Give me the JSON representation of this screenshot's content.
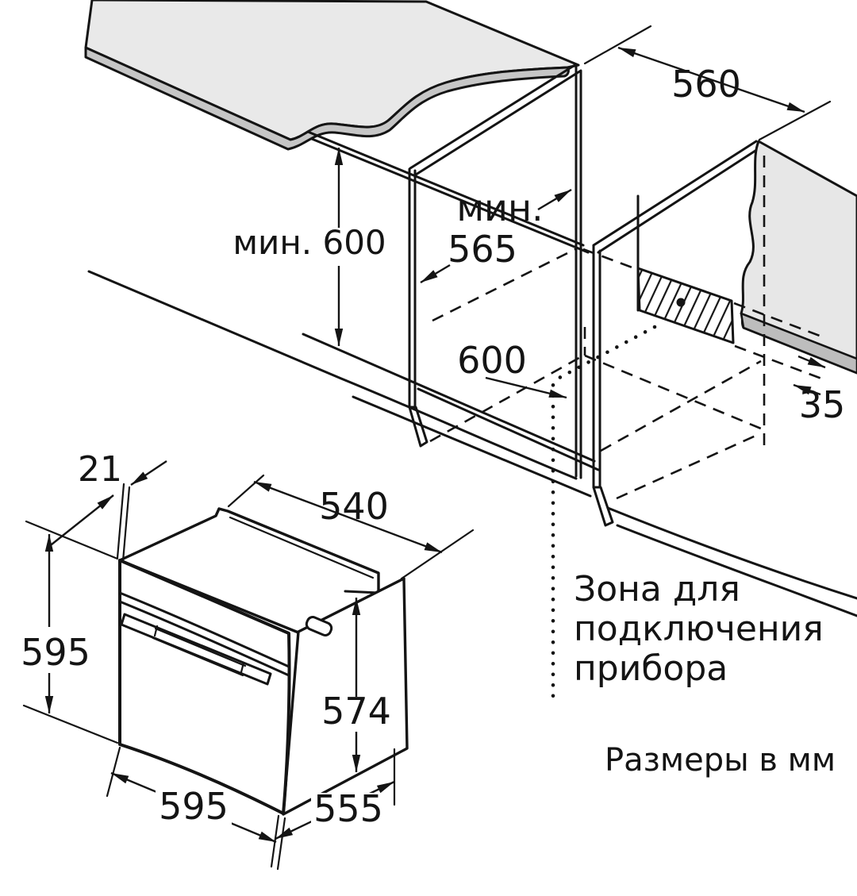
{
  "diagram_kind": "oven built-in installation drawing",
  "units_note": "Размеры в мм",
  "connection_zone": {
    "line1": "Зона для",
    "line2": "подключения",
    "line3": "прибора"
  },
  "dimensions": {
    "countertop_height_min": "мин. 600",
    "niche_depth_prefix": "мин.",
    "niche_depth_value": "565",
    "niche_width_top": "560",
    "niche_width_floor": "600",
    "rear_wall_gap": "35",
    "door_thickness": "21",
    "oven_top_depth": "540",
    "oven_front_height": "595",
    "oven_body_height": "574",
    "oven_front_width": "595",
    "oven_body_depth": "555"
  },
  "colors": {
    "line": "#141414",
    "countertop_top": "#e9e9e9",
    "countertop_edge": "#c6c6c6",
    "wall": "#e7e7e7",
    "wall_plinth": "#bdbdbd",
    "background": "#ffffff"
  }
}
